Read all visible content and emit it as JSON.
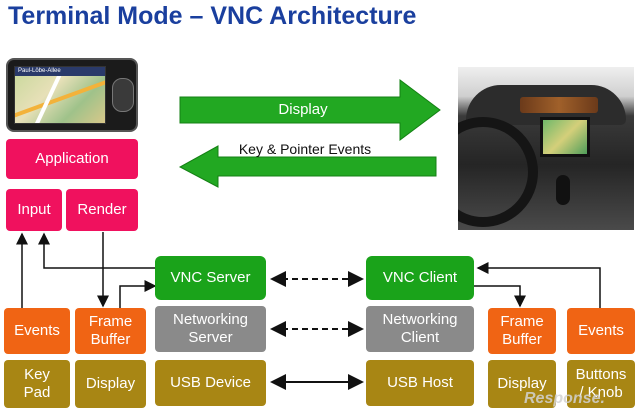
{
  "title": "Terminal Mode – VNC Architecture",
  "phone": {
    "status_bar": "Paul-Löbe-Allee"
  },
  "arrows": {
    "display": "Display",
    "events": "Key & Pointer Events"
  },
  "left": {
    "application": "Application",
    "input": "Input",
    "render": "Render",
    "events": "Events",
    "frame_buffer": "Frame\nBuffer",
    "key_pad": "Key\nPad",
    "display": "Display"
  },
  "center": {
    "vnc_server": "VNC Server",
    "vnc_client": "VNC Client",
    "networking_server": "Networking\nServer",
    "networking_client": "Networking\nClient",
    "usb_device": "USB Device",
    "usb_host": "USB Host"
  },
  "right": {
    "frame_buffer": "Frame\nBuffer",
    "events": "Events",
    "display": "Display",
    "buttons": "Buttons\n/ Knob"
  },
  "watermark": "Response.",
  "colors": {
    "title": "#1a3f9e",
    "pink": "#f0115e",
    "green": "#1aa31a",
    "orange": "#f06414",
    "gray": "#8a8a8a",
    "olive": "#a88614"
  }
}
